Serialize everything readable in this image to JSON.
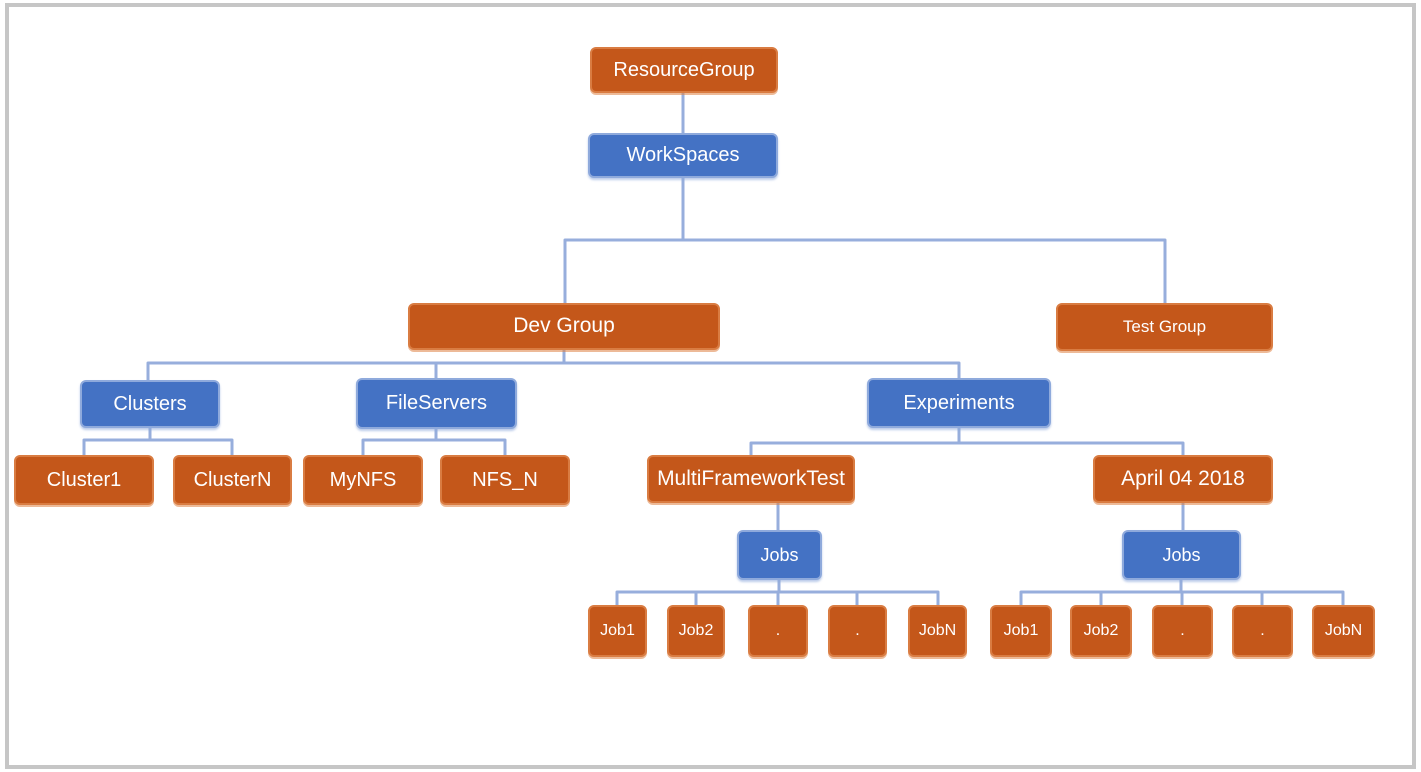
{
  "colors": {
    "orange": "#c4571a",
    "orange_border": "#d97c42",
    "blue": "#4472c4",
    "blue_border": "#8faadc",
    "connector": "#97aedc",
    "page_border": "#c6c6c6",
    "text": "#ffffff",
    "background": "#ffffff"
  },
  "nodes": {
    "resource_group": {
      "label": "ResourceGroup",
      "color": "orange"
    },
    "workspaces": {
      "label": "WorkSpaces",
      "color": "blue"
    },
    "dev_group": {
      "label": "Dev Group",
      "color": "orange"
    },
    "test_group": {
      "label": "Test Group",
      "color": "orange"
    },
    "clusters": {
      "label": "Clusters",
      "color": "blue"
    },
    "fileservers": {
      "label": "FileServers",
      "color": "blue"
    },
    "experiments": {
      "label": "Experiments",
      "color": "blue"
    },
    "cluster1": {
      "label": "Cluster1",
      "color": "orange"
    },
    "clusterN": {
      "label": "ClusterN",
      "color": "orange"
    },
    "mynfs": {
      "label": "MyNFS",
      "color": "orange"
    },
    "nfs_n": {
      "label": "NFS_N",
      "color": "orange"
    },
    "multiframeworktest": {
      "label": "MultiFrameworkTest",
      "color": "orange"
    },
    "april_04_2018": {
      "label": "April 04 2018",
      "color": "orange"
    },
    "jobs_left": {
      "label": "Jobs",
      "color": "blue"
    },
    "jobs_right": {
      "label": "Jobs",
      "color": "blue"
    },
    "job1_left": {
      "label": "Job1",
      "color": "orange"
    },
    "job2_left": {
      "label": "Job2",
      "color": "orange"
    },
    "dot1_left": {
      "label": ".",
      "color": "orange"
    },
    "dot2_left": {
      "label": ".",
      "color": "orange"
    },
    "jobN_left": {
      "label": "JobN",
      "color": "orange"
    },
    "job1_right": {
      "label": "Job1",
      "color": "orange"
    },
    "job2_right": {
      "label": "Job2",
      "color": "orange"
    },
    "dot1_right": {
      "label": ".",
      "color": "orange"
    },
    "dot2_right": {
      "label": ".",
      "color": "orange"
    },
    "jobN_right": {
      "label": "JobN",
      "color": "orange"
    }
  },
  "hierarchy": {
    "ResourceGroup": [
      "WorkSpaces"
    ],
    "WorkSpaces": [
      "Dev Group",
      "Test Group"
    ],
    "Dev Group": [
      "Clusters",
      "FileServers",
      "Experiments"
    ],
    "Clusters": [
      "Cluster1",
      "ClusterN"
    ],
    "FileServers": [
      "MyNFS",
      "NFS_N"
    ],
    "Experiments": [
      "MultiFrameworkTest",
      "April 04 2018"
    ],
    "MultiFrameworkTest": [
      "Jobs"
    ],
    "April 04 2018": [
      "Jobs"
    ],
    "Jobs": [
      "Job1",
      "Job2",
      ".",
      ".",
      "JobN"
    ]
  }
}
